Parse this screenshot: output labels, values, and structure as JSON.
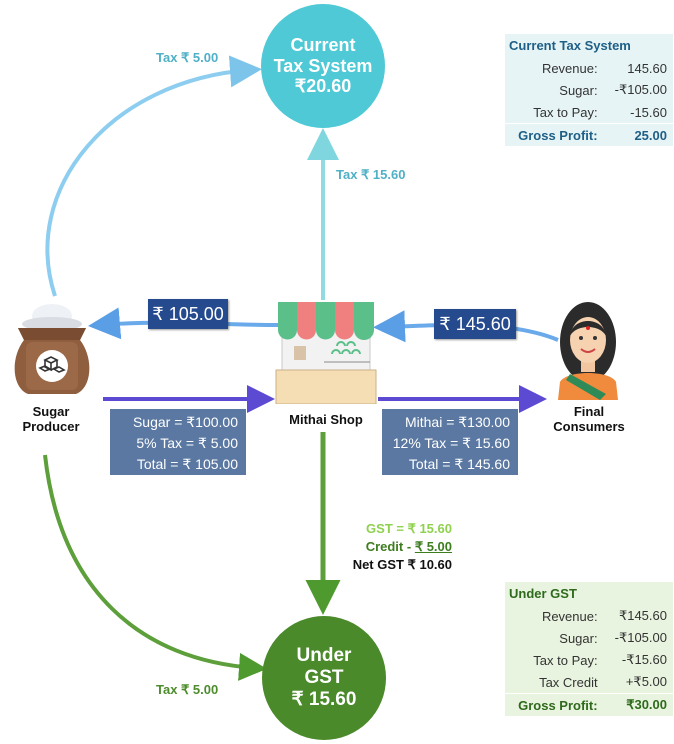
{
  "circles": {
    "current": {
      "line1": "Current",
      "line2": "Tax System",
      "line3": "₹20.60",
      "color": "#4fc9d6"
    },
    "gst": {
      "line1": "Under",
      "line2": "GST",
      "line3": "₹ 15.60",
      "color": "#4a8a2a"
    }
  },
  "edge_labels": {
    "tax_producer_current": "Tax ₹ 5.00",
    "tax_shop_current": "Tax ₹ 15.60",
    "tax_producer_gst": "Tax ₹ 5.00"
  },
  "payments": {
    "shop_to_producer": "₹ 105.00",
    "consumer_to_shop": "₹ 145.60"
  },
  "entities": {
    "producer": {
      "line1": "Sugar",
      "line2": "Producer"
    },
    "shop": "Mithai Shop",
    "consumer": {
      "line1": "Final",
      "line2": "Consumers"
    }
  },
  "producer_invoice": [
    "Sugar = ₹100.00",
    "5% Tax = ₹ 5.00",
    "Total = ₹ 105.00"
  ],
  "shop_invoice": [
    "Mithai = ₹130.00",
    "12% Tax = ₹ 15.60",
    "Total = ₹ 145.60"
  ],
  "gst_calc": {
    "gst": "GST = ₹ 15.60",
    "credit_label": "Credit -",
    "credit_value": "₹ 5.00",
    "net": "Net GST ₹ 10.60"
  },
  "current_table": {
    "title": "Current Tax System",
    "rows": [
      {
        "k": "Revenue:",
        "v": "145.60"
      },
      {
        "k": "Sugar:",
        "v": "-₹105.00"
      },
      {
        "k": "Tax to Pay:",
        "v": "-15.60"
      }
    ],
    "total": {
      "k": "Gross Profit:",
      "v": "25.00"
    },
    "bg": "#e6f4f6",
    "title_color": "#1f5f86"
  },
  "gst_table": {
    "title": "Under GST",
    "rows": [
      {
        "k": "Revenue:",
        "v": "₹145.60"
      },
      {
        "k": "Sugar:",
        "v": "-₹105.00"
      },
      {
        "k": "Tax to Pay:",
        "v": "-₹15.60"
      },
      {
        "k": "Tax Credit",
        "v": "+₹5.00"
      }
    ],
    "total": {
      "k": "Gross Profit:",
      "v": "₹30.00"
    },
    "bg": "#e8f4df",
    "title_color": "#2f6a1c"
  }
}
